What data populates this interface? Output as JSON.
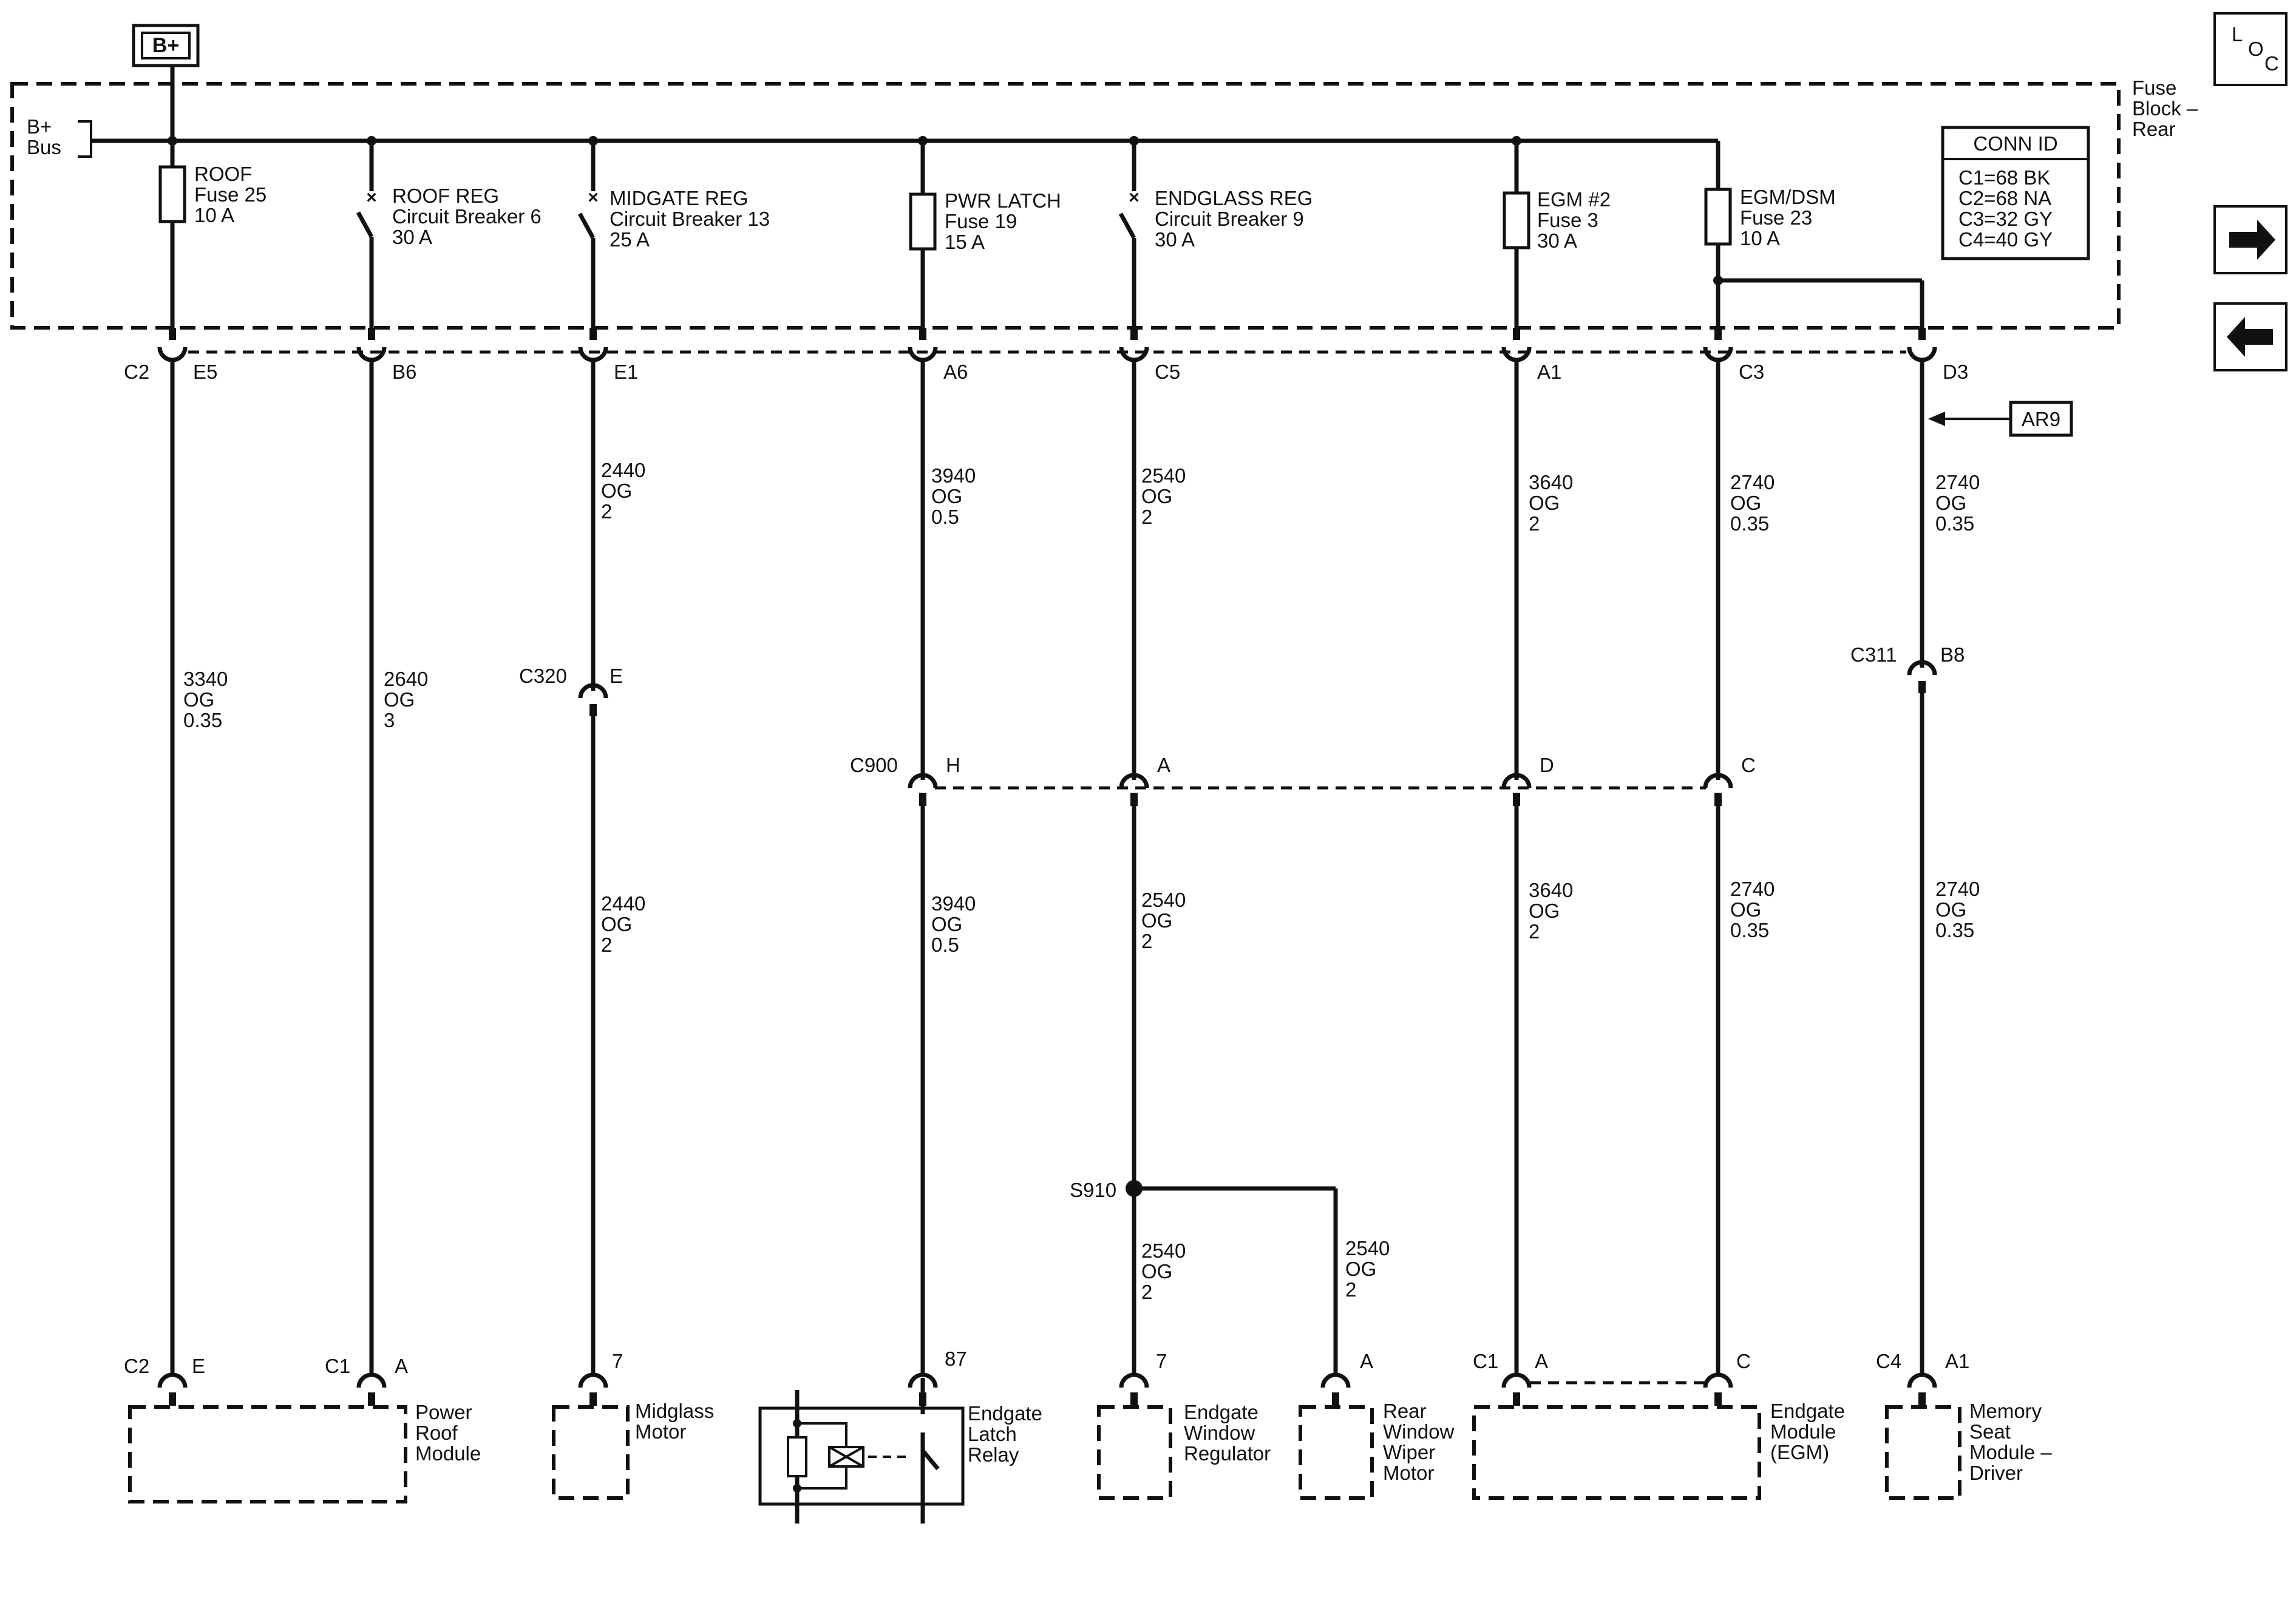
{
  "header": {
    "bplus_label": "B+",
    "loc": [
      "L",
      "O",
      "C"
    ],
    "fuse_block": [
      "Fuse",
      "Block –",
      "Rear"
    ],
    "bus_label": [
      "B+",
      "Bus"
    ],
    "conn_id": {
      "title": "CONN ID",
      "rows": [
        "C1=68 BK",
        "C2=68 NA",
        "C3=32 GY",
        "C4=40 GY"
      ]
    },
    "ar9": "AR9"
  },
  "protection": [
    [
      "ROOF",
      "Fuse 25",
      "10 A"
    ],
    [
      "ROOF REG",
      "Circuit Breaker 6",
      "30 A"
    ],
    [
      "MIDGATE REG",
      "Circuit Breaker 13",
      "25 A"
    ],
    [
      "PWR LATCH",
      "Fuse 19",
      "15 A"
    ],
    [
      "ENDGLASS REG",
      "Circuit Breaker 9",
      "30 A"
    ],
    [
      "EGM #2",
      "Fuse 3",
      "30 A"
    ],
    [
      "EGM/DSM",
      "Fuse 23",
      "10 A"
    ]
  ],
  "fuseblock_pins": [
    {
      "conn": "C2",
      "pin": "E5"
    },
    {
      "conn": "",
      "pin": "B6"
    },
    {
      "conn": "",
      "pin": "E1"
    },
    {
      "conn": "",
      "pin": "A6"
    },
    {
      "conn": "",
      "pin": "C5"
    },
    {
      "conn": "",
      "pin": "A1"
    },
    {
      "conn": "",
      "pin": "C3"
    },
    {
      "conn": "",
      "pin": "D3"
    }
  ],
  "wires_upper": [
    [
      "3340",
      "OG",
      "0.35"
    ],
    [
      "2640",
      "OG",
      "3"
    ],
    [
      "2440",
      "OG",
      "2"
    ],
    [
      "3940",
      "OG",
      "0.5"
    ],
    [
      "2540",
      "OG",
      "2"
    ],
    [
      "3640",
      "OG",
      "2"
    ],
    [
      "2740",
      "OG",
      "0.35"
    ],
    [
      "2740",
      "OG",
      "0.35"
    ]
  ],
  "inline": {
    "c320": {
      "conn": "C320",
      "pin": "E"
    },
    "c311": {
      "conn": "C311",
      "pin": "B8"
    },
    "c900": {
      "conn": "C900",
      "pins": [
        "H",
        "A",
        "D",
        "C"
      ]
    }
  },
  "wires_lower": [
    [
      "2440",
      "OG",
      "2"
    ],
    [
      "3940",
      "OG",
      "0.5"
    ],
    [
      "2540",
      "OG",
      "2"
    ],
    [
      "3640",
      "OG",
      "2"
    ],
    [
      "2740",
      "OG",
      "0.35"
    ],
    [
      "2740",
      "OG",
      "0.35"
    ]
  ],
  "splice": {
    "name": "S910",
    "wire_left": [
      "2540",
      "OG",
      "2"
    ],
    "wire_right": [
      "2540",
      "OG",
      "2"
    ]
  },
  "components": {
    "roof": {
      "name": [
        "Power",
        "Roof",
        "Module"
      ],
      "pins": [
        {
          "conn": "C2",
          "pin": "E"
        },
        {
          "conn": "C1",
          "pin": "A"
        }
      ]
    },
    "midglass": {
      "name": [
        "Midglass",
        "Motor"
      ],
      "pin": "7"
    },
    "relay": {
      "name": [
        "Endgate",
        "Latch",
        "Relay"
      ],
      "pin": "87"
    },
    "regulator": {
      "name": [
        "Endgate",
        "Window",
        "Regulator"
      ],
      "pin": "7"
    },
    "wiper": {
      "name": [
        "Rear",
        "Window",
        "Wiper",
        "Motor"
      ],
      "pin": "A"
    },
    "egm": {
      "name": [
        "Endgate",
        "Module",
        "(EGM)"
      ],
      "conn": "C1",
      "pins": [
        "A",
        "C"
      ]
    },
    "seat": {
      "name": [
        "Memory",
        "Seat",
        "Module –",
        "Driver"
      ],
      "conn": "C4",
      "pin": "A1"
    }
  },
  "nav": {
    "next_icon": "arrow-right-icon",
    "prev_icon": "arrow-left-icon"
  }
}
